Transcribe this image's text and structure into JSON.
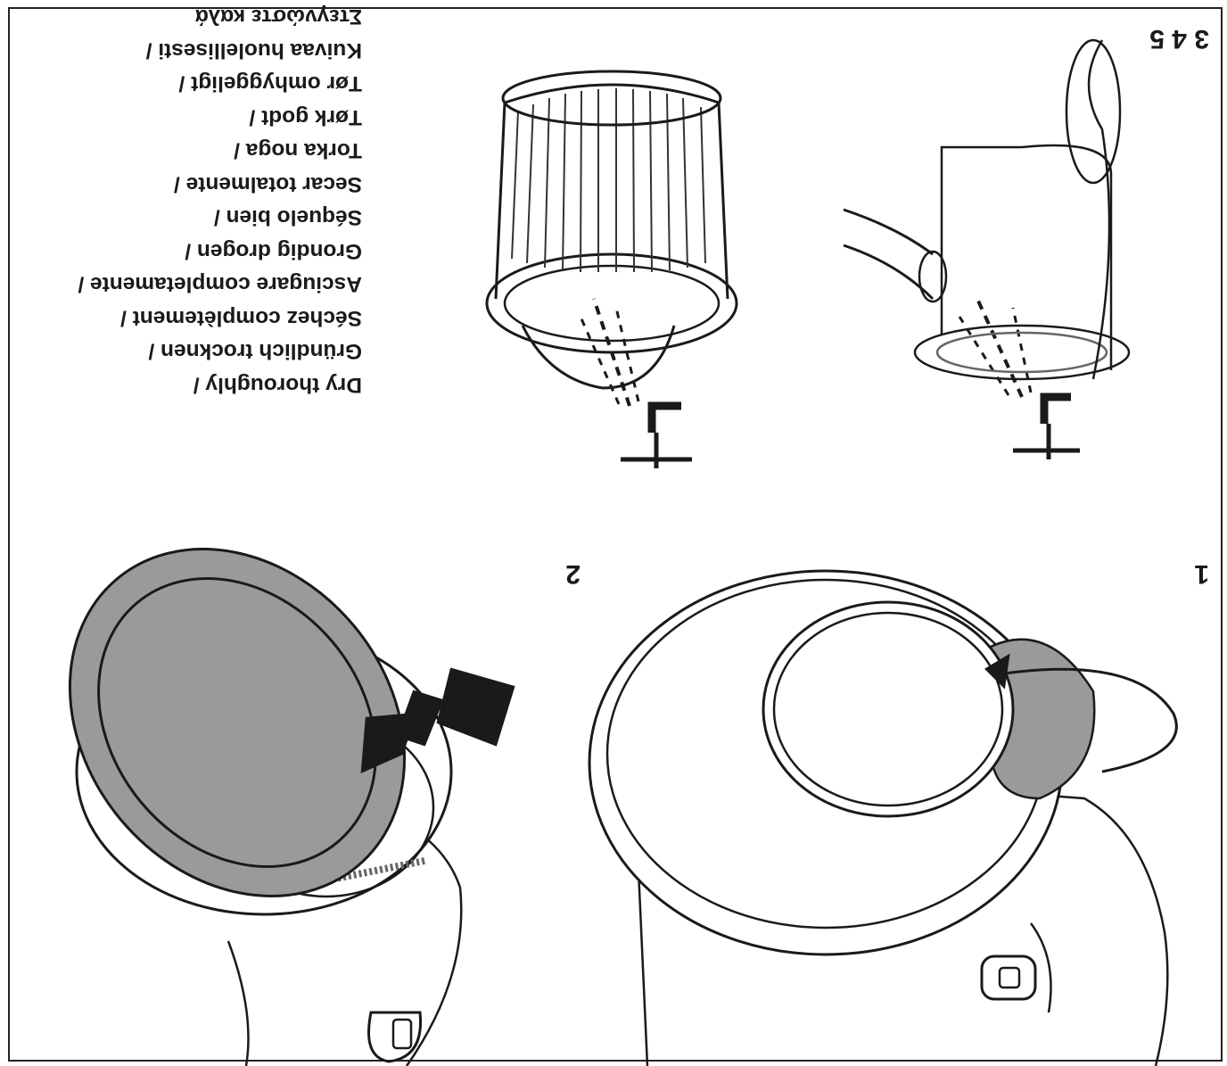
{
  "steps": {
    "step1": "1",
    "step2": "2",
    "step345": "3 4 5"
  },
  "dry_instructions": [
    "Dry thoroughly /",
    "Gründlich trocknen /",
    "Séchez complètement /",
    "Asciugare completamente /",
    "Grondig drogen /",
    "Séquelo bien /",
    "Secar totalmente /",
    "Torka noga /",
    "Tørk godt /",
    "Tør omhyggeligt /",
    "Kuivaa huolellisesti /",
    "Στεγνώστε καλά"
  ],
  "icons": [
    "cyclone-bin-rotate-icon",
    "cyclone-bin-insert-icon",
    "bin-rinse-under-tap-icon",
    "filter-rinse-under-tap-icon"
  ],
  "colors": {
    "ink": "#1a1a1a",
    "shade": "#9a9a9a",
    "light_shade": "#c8c8c8",
    "background": "#ffffff"
  }
}
